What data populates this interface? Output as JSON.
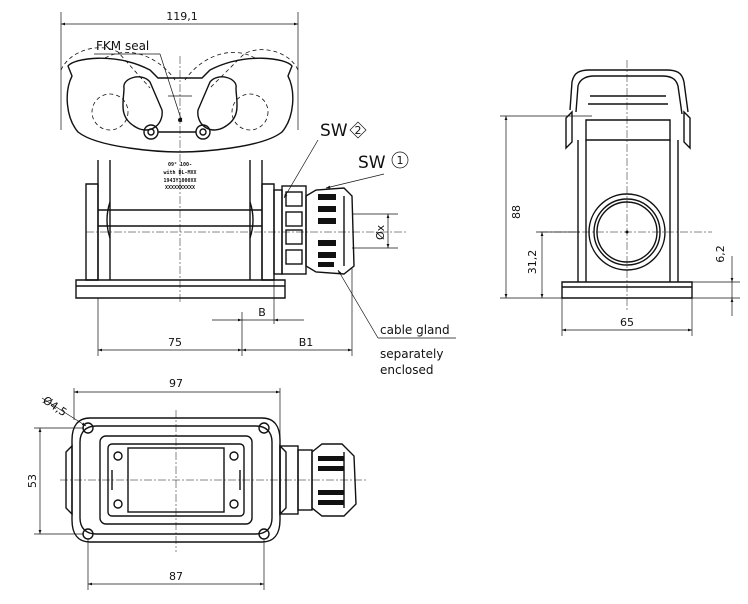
{
  "front_view": {
    "overall_width": "119,1",
    "seal_label": "FKM seal",
    "sw1_label": "SW",
    "sw1_marker": "1",
    "sw2_label": "SW",
    "sw2_marker": "2",
    "diameter_label": "Øx",
    "dim_75": "75",
    "dim_b": "B",
    "dim_b1": "B1",
    "gland_label": "cable gland",
    "enclosed_line1": "separately",
    "enclosed_line2": "enclosed",
    "plate_line1": "09° 100-",
    "plate_line2": "with DL-MXX",
    "plate_line3": "1943Y1000XX",
    "plate_line4": "XXXXXXXXXX"
  },
  "side_view": {
    "height_88": "88",
    "height_31_2": "31,2",
    "height_6_2": "6,2",
    "width_65": "65"
  },
  "top_view": {
    "width_97": "97",
    "height_53": "53",
    "hole_diameter": "Ø4,5",
    "width_87": "87"
  }
}
